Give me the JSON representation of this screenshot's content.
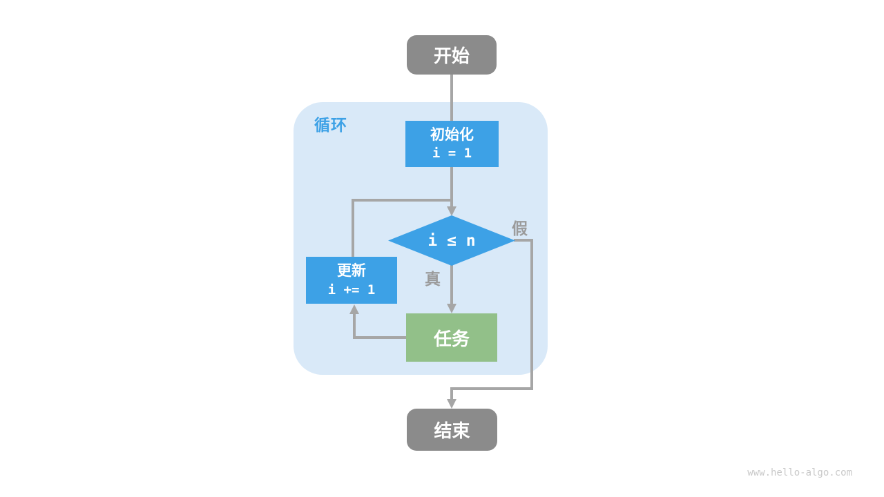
{
  "page": {
    "watermark": "www.hello-algo.com"
  },
  "colors": {
    "terminal_gray": "#8b8b8b",
    "process_blue": "#3da1e6",
    "task_green": "#92c089",
    "loop_region_bg": "#d9e9f8",
    "connector_gray": "#a6a6a6",
    "branch_label_gray": "#9b9b9b",
    "loop_label_blue": "#3da1e6",
    "watermark_gray": "#c9c9c9"
  },
  "flowchart": {
    "start": {
      "label": "开始"
    },
    "loop_region": {
      "label": "循环"
    },
    "init": {
      "title": "初始化",
      "code": "i = 1"
    },
    "condition": {
      "expression": "i ≤ n"
    },
    "branch_true": {
      "label": "真"
    },
    "branch_false": {
      "label": "假"
    },
    "update": {
      "title": "更新",
      "code": "i += 1"
    },
    "task": {
      "label": "任务"
    },
    "end": {
      "label": "结束"
    }
  }
}
